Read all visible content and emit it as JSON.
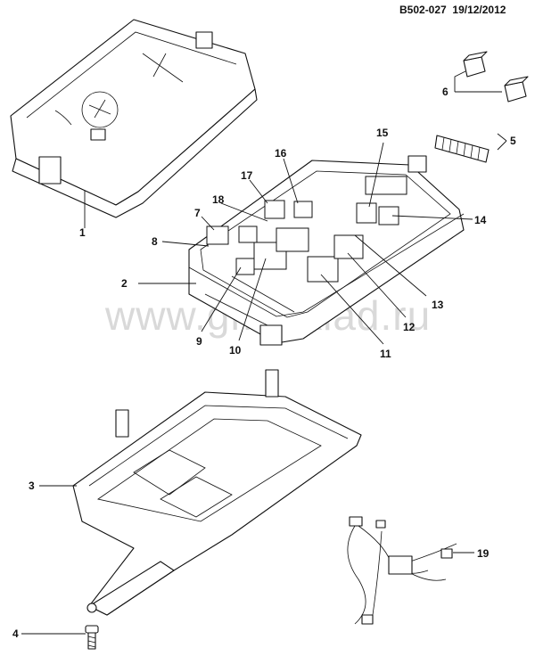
{
  "header": {
    "code": "B502-027",
    "date": "19/12/2012"
  },
  "watermark": "www.gm-sklad.ru",
  "callouts": [
    "1",
    "2",
    "3",
    "4",
    "5",
    "6",
    "7",
    "8",
    "9",
    "10",
    "11",
    "12",
    "13",
    "14",
    "15",
    "16",
    "17",
    "18",
    "19"
  ]
}
